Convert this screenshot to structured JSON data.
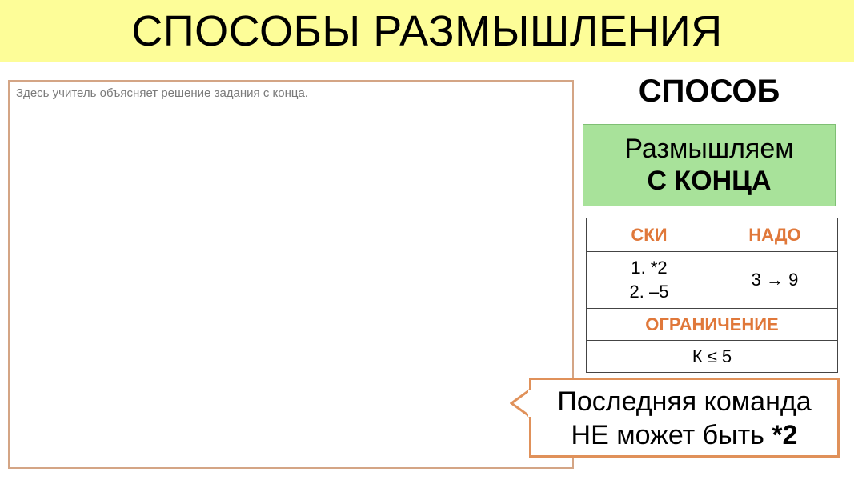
{
  "title": "СПОСОБЫ РАЗМЫШЛЕНИЯ",
  "note_text": "Здесь учитель объясняет решение задания с конца.",
  "method_label": "СПОСОБ",
  "method": {
    "line1": "Размышляем",
    "line2": "С КОНЦА"
  },
  "table": {
    "col1_header": "СКИ",
    "col2_header": "НАДО",
    "commands": [
      "1. *2",
      "2. –5"
    ],
    "goal": "3 → 9",
    "restriction_header": "ОГРАНИЧЕНИЕ",
    "restriction": "К ≤ 5"
  },
  "callout": {
    "line1": "Последняя команда",
    "line2_prefix": "НЕ может быть ",
    "line2_bold": "*2"
  }
}
